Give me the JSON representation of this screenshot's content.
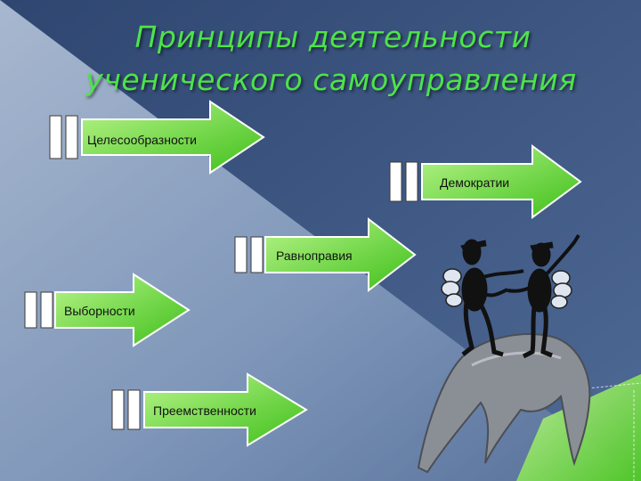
{
  "slide": {
    "title_line1": "Принципы деятельности",
    "title_line2": "ученического самоуправления",
    "principles": [
      "Целесообразности",
      "Демократии",
      "Равноправия",
      "Выборности",
      "Преемственности"
    ]
  },
  "colors": {
    "title": "#4ee34a",
    "arrow_light": "#a8f07a",
    "arrow_dark": "#44c21e",
    "background_dark": "#354d78",
    "background_light": "#c8d8ef",
    "corner_green": "#7fe53a"
  },
  "icons": [
    "two-friends-clipart"
  ]
}
